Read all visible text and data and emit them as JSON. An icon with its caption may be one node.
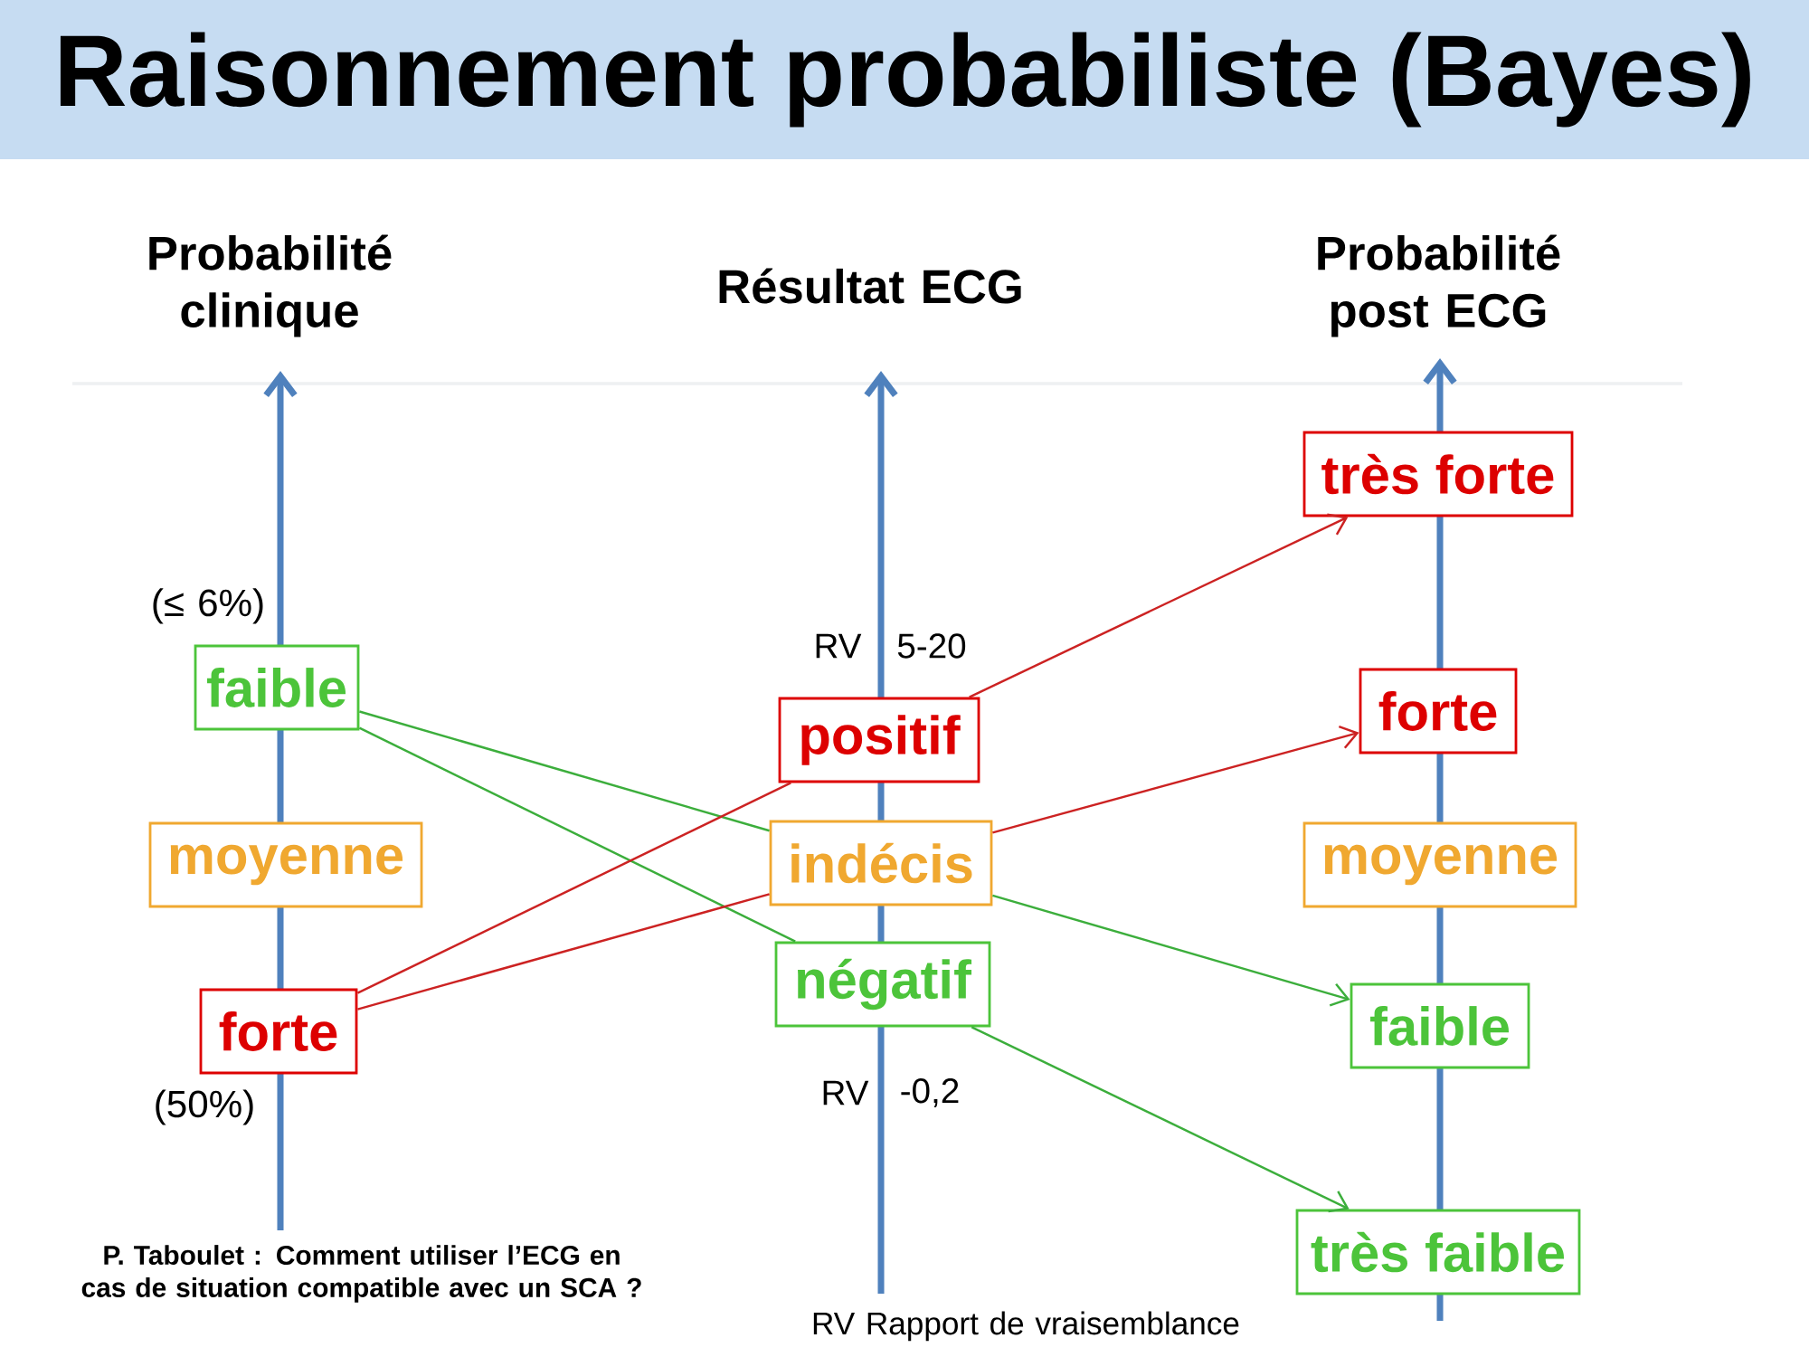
{
  "diagram": {
    "title": "Raisonnement probabiliste (Bayes)",
    "nodes": [
      {
        "text": [
          "faible"
        ]
      },
      {
        "text": [
          "moyenne"
        ]
      },
      {
        "text": [
          "forte"
        ]
      },
      {
        "text": [
          "positif"
        ]
      },
      {
        "text": [
          "indécis"
        ]
      },
      {
        "text": [
          "négatif"
        ]
      },
      {
        "text": [
          "très forte"
        ]
      },
      {
        "text": [
          "forte"
        ]
      },
      {
        "text": [
          "moyenne"
        ]
      },
      {
        "text": [
          "faible"
        ]
      },
      {
        "text": [
          "très faible"
        ]
      }
    ],
    "edges": [
      {
        "from": 0,
        "to": 4,
        "arrow": "none",
        "color": "#3cae3c"
      },
      {
        "from": 0,
        "to": 5,
        "arrow": "none",
        "color": "#3cae3c"
      },
      {
        "from": 2,
        "to": 3,
        "arrow": "none",
        "color": "#cc2222"
      },
      {
        "from": 2,
        "to": 4,
        "arrow": "none",
        "color": "#cc2222"
      },
      {
        "from": 3,
        "to": 6,
        "arrow": "to",
        "color": "#cc2222"
      },
      {
        "from": 4,
        "to": 7,
        "arrow": "to",
        "color": "#cc2222"
      },
      {
        "from": 4,
        "to": 9,
        "arrow": "to",
        "color": "#3cae3c"
      },
      {
        "from": 5,
        "to": 10,
        "arrow": "to",
        "color": "#3cae3c"
      }
    ],
    "labels": [
      "Probabilité clinique",
      "Résultat ECG",
      "Probabilité post ECG",
      "(≤ 6%)",
      "RV",
      "5-20",
      "(50%)",
      "RV",
      "-0,2",
      "P. Taboulet : Comment utiliser l’ECG en cas de situation compatible avec un SCA ?",
      "RV Rapport de vraisemblance"
    ]
  }
}
